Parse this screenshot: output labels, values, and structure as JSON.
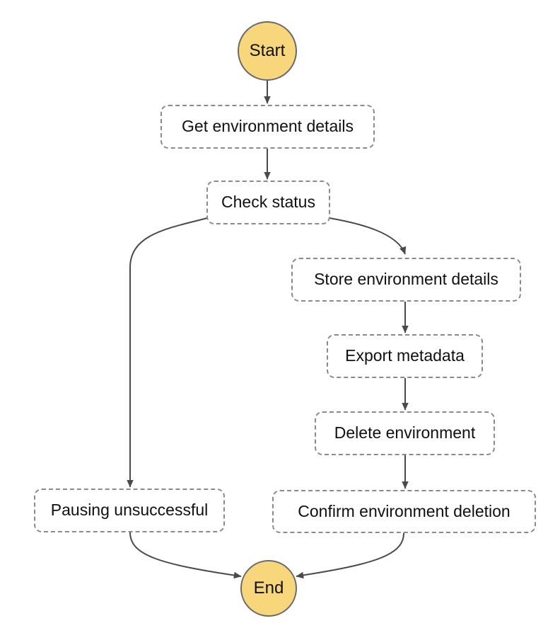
{
  "diagram": {
    "type": "flowchart",
    "nodes": [
      {
        "id": "start",
        "label": "Start",
        "kind": "terminal"
      },
      {
        "id": "get_environment_details",
        "label": "Get environment details",
        "kind": "step"
      },
      {
        "id": "check_status",
        "label": "Check status",
        "kind": "step"
      },
      {
        "id": "store_environment_details",
        "label": "Store environment details",
        "kind": "step"
      },
      {
        "id": "export_metadata",
        "label": "Export metadata",
        "kind": "step"
      },
      {
        "id": "delete_environment",
        "label": "Delete environment",
        "kind": "step"
      },
      {
        "id": "confirm_environment_deletion",
        "label": "Confirm environment deletion",
        "kind": "step"
      },
      {
        "id": "pausing_unsuccessful",
        "label": "Pausing unsuccessful",
        "kind": "step"
      },
      {
        "id": "end",
        "label": "End",
        "kind": "terminal"
      }
    ],
    "edges": [
      {
        "from": "start",
        "to": "get_environment_details"
      },
      {
        "from": "get_environment_details",
        "to": "check_status"
      },
      {
        "from": "check_status",
        "to": "store_environment_details"
      },
      {
        "from": "check_status",
        "to": "pausing_unsuccessful"
      },
      {
        "from": "store_environment_details",
        "to": "export_metadata"
      },
      {
        "from": "export_metadata",
        "to": "delete_environment"
      },
      {
        "from": "delete_environment",
        "to": "confirm_environment_deletion"
      },
      {
        "from": "pausing_unsuccessful",
        "to": "end"
      },
      {
        "from": "confirm_environment_deletion",
        "to": "end"
      }
    ],
    "colors": {
      "terminal_fill": "#F8D77C",
      "terminal_border": "#6A6A6A",
      "edge": "#4A4A4A",
      "step_border": "#8A8A8A",
      "step_fill": "#FFFFFF",
      "text": "#101010",
      "background": "#FFFFFF"
    }
  }
}
